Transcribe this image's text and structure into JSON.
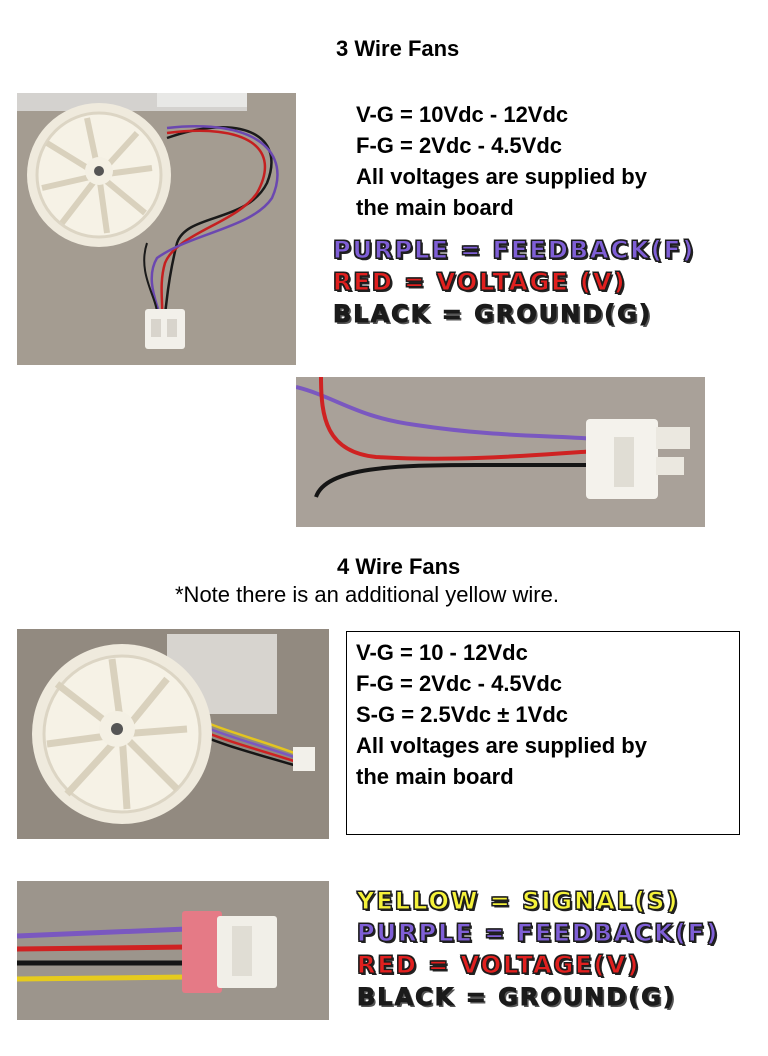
{
  "section3": {
    "title": "3 Wire Fans",
    "specs": [
      "V-G = 10Vdc - 12Vdc",
      "F-G = 2Vdc - 4.5Vdc",
      "All voltages are supplied by",
      "the main board"
    ],
    "legend": [
      {
        "text": "PURPLE = FEEDBACK(F)",
        "color": "#7f5fd6"
      },
      {
        "text": "RED = VOLTAGE (V)",
        "color": "#e0201f"
      },
      {
        "text": "BLACK = GROUND(G)",
        "color": "#111111"
      }
    ]
  },
  "section4": {
    "title": "4 Wire Fans",
    "note": "*Note there is an additional yellow wire.",
    "specs": [
      "V-G = 10 - 12Vdc",
      "F-G = 2Vdc - 4.5Vdc",
      "S-G = 2.5Vdc ± 1Vdc",
      "All voltages are supplied by",
      "the main board"
    ],
    "legend": [
      {
        "text": "YELLOW = SIGNAL(S)",
        "color": "#f5f23a"
      },
      {
        "text": "PURPLE = FEEDBACK(F)",
        "color": "#7f5fd6"
      },
      {
        "text": "RED = VOLTAGE(V)",
        "color": "#e0201f"
      },
      {
        "text": "BLACK = GROUND(G)",
        "color": "#111111"
      }
    ]
  }
}
